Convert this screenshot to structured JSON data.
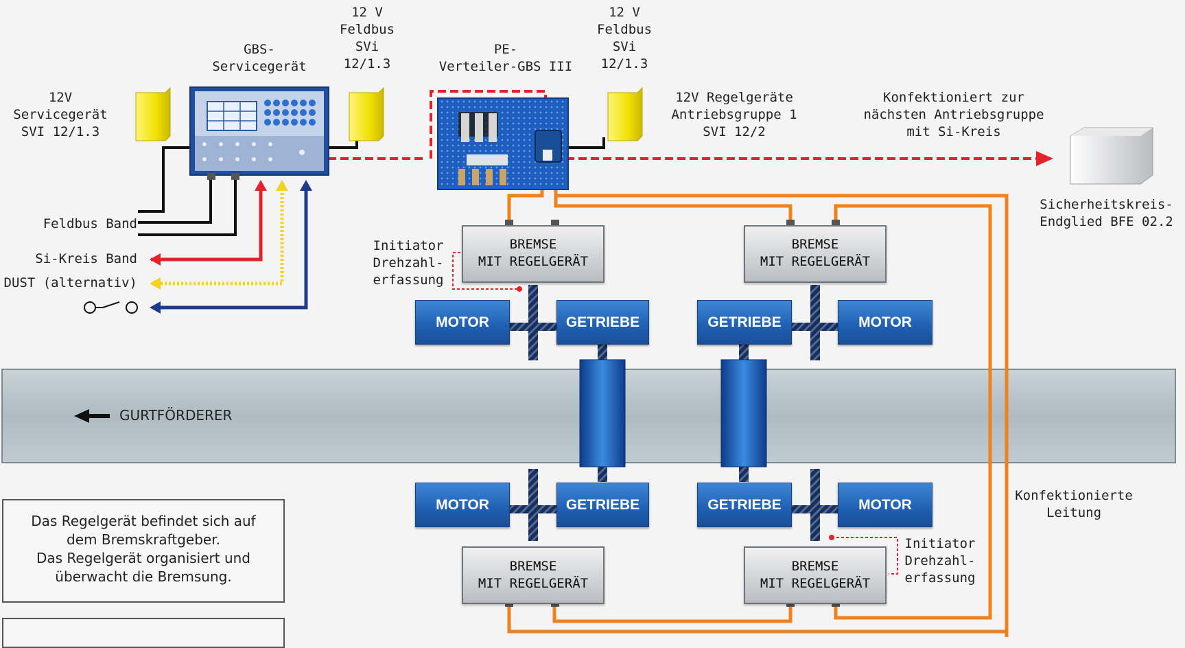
{
  "labels": {
    "servicegeraet_12v": [
      "12V",
      "Servicegerät",
      "SVI 12/1.3"
    ],
    "gbs_servicegeraet": [
      "GBS-",
      "Servicegerät"
    ],
    "feldbus_left": [
      "12 V",
      "Feldbus",
      "SVi",
      "12/1.3"
    ],
    "pe_verteiler": [
      "PE-",
      "Verteiler-GBS III"
    ],
    "feldbus_right": [
      "12 V",
      "Feldbus",
      "SVi",
      "12/1.3"
    ],
    "regelgeraete": [
      "12V Regelgeräte",
      "Antriebsgruppe 1",
      "SVI 12/2"
    ],
    "konfektioniert_next": [
      "Konfektioniert zur",
      "nächsten Antriebsgruppe",
      "mit Si-Kreis"
    ],
    "sicherheitskreis": [
      "Sicherheitskreis-",
      "Endglied BFE 02.2"
    ],
    "konfektionierte_leitung": [
      "Konfektionierte",
      "Leitung"
    ]
  },
  "inputs": {
    "feldbus_band": "Feldbus Band",
    "si_kreis_band": "Si-Kreis Band",
    "dust": "DUST (alternativ)"
  },
  "initiator": [
    "Initiator",
    "Drehzahl-",
    "erfassung"
  ],
  "brake_label": [
    "BREMSE",
    "MIT REGELGERÄT"
  ],
  "motor_label": "MOTOR",
  "gearbox_label": "GETRIEBE",
  "conveyor_label": "GURTFÖRDERER",
  "note_box": [
    "Das Regelgerät befindet sich auf",
    "dem Bremskraftgeber.",
    "Das Regelgerät organisiert und",
    "überwacht die Bremsung."
  ],
  "colors": {
    "si_kreis_red": "#e2232a",
    "dust_yellow": "#f5d21f",
    "switch_blue": "#1e3a8f",
    "cable_orange": "#f0821e",
    "black_line": "#111111",
    "motor_blue": "#1f5fb2",
    "conveyor_grey": "#b7c3c9"
  },
  "icons": {
    "switch": "switch-symbol-icon",
    "conveyor_direction": "arrow-left-icon"
  }
}
